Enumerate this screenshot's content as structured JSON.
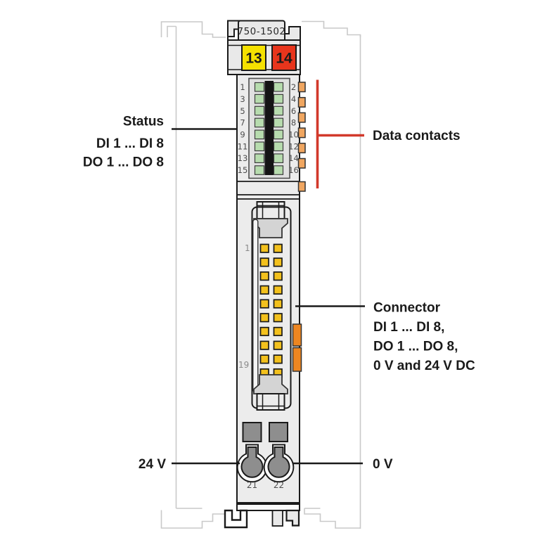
{
  "module": {
    "part_number": "750-1502",
    "terminal_13": "13",
    "terminal_14": "14",
    "led_numbers_left": [
      "1",
      "3",
      "5",
      "7",
      "9",
      "11",
      "13",
      "15"
    ],
    "led_numbers_right": [
      "2",
      "4",
      "6",
      "8",
      "10",
      "12",
      "14",
      "16"
    ],
    "pin_top": "1",
    "pin_bottom": "19",
    "clamp_left": "21",
    "clamp_right": "22"
  },
  "labels": {
    "status_title": "Status",
    "status_line1": "DI 1 ... DI 8",
    "status_line2": "DO 1 ... DO 8",
    "data_contacts": "Data contacts",
    "connector_title": "Connector",
    "connector_line1": "DI 1 ... DI 8,",
    "connector_line2": "DO 1 ... DO 8,",
    "connector_line3": "0 V and 24 V DC",
    "supply_24v": "24 V",
    "supply_0v": "0 V"
  },
  "colors": {
    "yellow_terminal": "#f5e100",
    "red_terminal": "#e8351c",
    "led_green": "#b7dcae",
    "contact_orange": "#f0a660",
    "latch_orange": "#ee8621",
    "pin_yellow": "#f3c11d",
    "pointer_red": "#d2392b",
    "body_gray": "#ececec",
    "panel_gray": "#e9e9e9",
    "dark_gray": "#8e8e8e",
    "ghost_gray": "#c9c9c9"
  }
}
